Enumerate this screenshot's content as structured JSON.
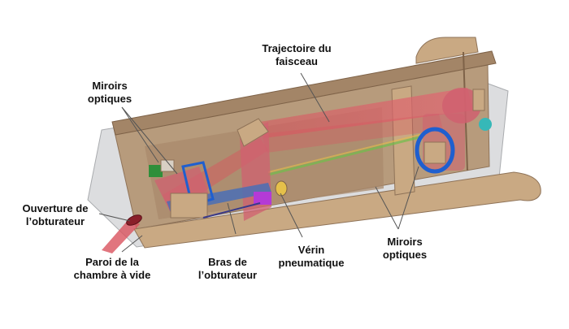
{
  "labels": {
    "beam_path": "Trajectoire du\nfaisceau",
    "mirrors_top": "Miroirs\noptiques",
    "mirrors_right": "Miroirs\noptiques",
    "shutter_opening": "Ouverture de\nl’obturateur",
    "chamber_wall": "Paroi de la\nchambre à vide",
    "shutter_arm": "Bras de\nl’obturateur",
    "pneumatic_cylinder": "Vérin\npneumatique"
  },
  "colors": {
    "housing": "#b79b7c",
    "housing_dark": "#8f7358",
    "glass": "#c9cbce",
    "beam": "#d9525e",
    "mirror_blue": "#1f5fcf",
    "mirror_cyan": "#36b8b8",
    "bracket_green": "#2f8f3a",
    "actuator_purple": "#b43ad6"
  }
}
